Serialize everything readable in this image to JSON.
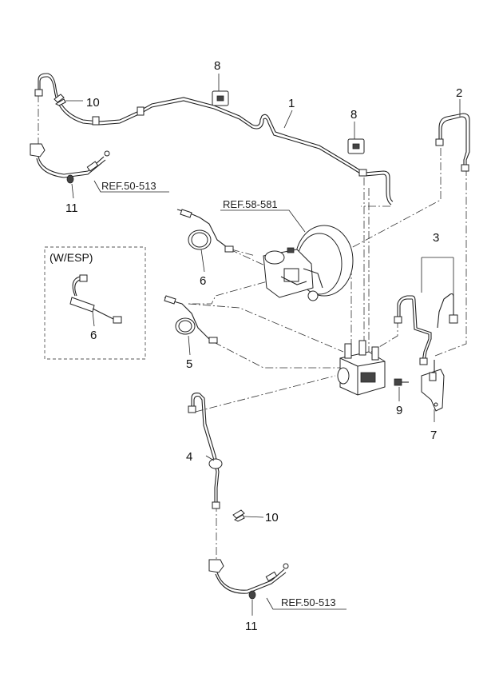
{
  "callouts": {
    "c1": "1",
    "c2": "2",
    "c3": "3",
    "c4": "4",
    "c5": "5",
    "c6_main": "6",
    "c6_esp": "6",
    "c7": "7",
    "c8_left": "8",
    "c8_right": "8",
    "c9": "9",
    "c10_top": "10",
    "c10_bottom": "10",
    "c11_top": "11",
    "c11_bottom": "11"
  },
  "references": {
    "ref_top_left": "REF.50-513",
    "ref_booster": "REF.58-581",
    "ref_bottom": "REF.50-513"
  },
  "esp_box": {
    "label": "(W/ESP)"
  },
  "colors": {
    "line": "#222222",
    "background": "#ffffff"
  }
}
